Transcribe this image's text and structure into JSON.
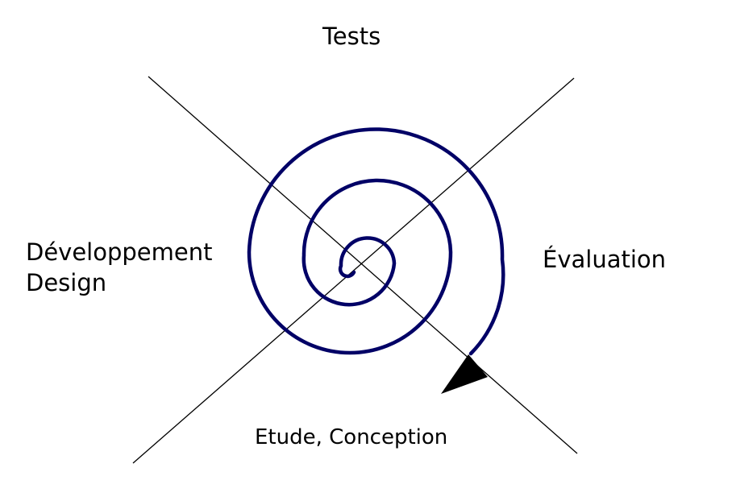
{
  "quadrant_labels": {
    "top": "Tests",
    "left_line1": "Développement",
    "left_line2": "Design",
    "right": "Évaluation",
    "bottom": "Etude, Conception"
  },
  "colors": {
    "background": "#ffffff",
    "axis_line": "#000000",
    "spiral": "#000066",
    "arrowhead": "#000000",
    "text": "#000000"
  },
  "icons": {
    "arrowhead": "arrowhead-icon"
  }
}
